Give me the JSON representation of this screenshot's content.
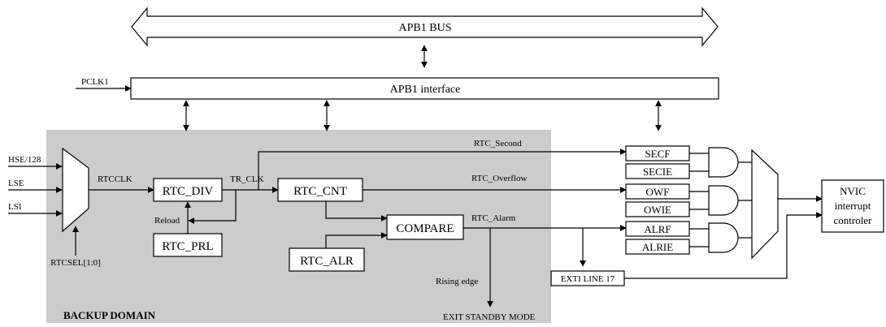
{
  "bus": {
    "label": "APB1 BUS"
  },
  "interface": {
    "label": "APB1 interface",
    "clock": "PCLK1"
  },
  "backup_domain": {
    "label": "BACKUP DOMAIN"
  },
  "clock_sources": [
    "HSE/128",
    "LSE",
    "LSI"
  ],
  "mux": {
    "select": "RTCSEL[1:0]"
  },
  "signals": {
    "rtcclk": "RTCCLK",
    "tr_clk": "TR_CLK",
    "reload": "Reload",
    "second": "RTC_Second",
    "overflow": "RTC_Overflow",
    "alarm": "RTC_Alarm",
    "rising_edge": "Rising edge",
    "exit_standby": "EXIT STANDBY MODE"
  },
  "blocks": {
    "div": "RTC_DIV",
    "prl": "RTC_PRL",
    "cnt": "RTC_CNT",
    "alr": "RTC_ALR",
    "compare": "COMPARE"
  },
  "flags": [
    "SECF",
    "SECIE",
    "OWF",
    "OWIE",
    "ALRF",
    "ALRIE"
  ],
  "exti": "EXTI LINE 17",
  "nvic": [
    "NVIC",
    "interrupt",
    "controler"
  ],
  "colors": {
    "backup_domain_fill": "#cccccc",
    "stroke": "#000000"
  }
}
